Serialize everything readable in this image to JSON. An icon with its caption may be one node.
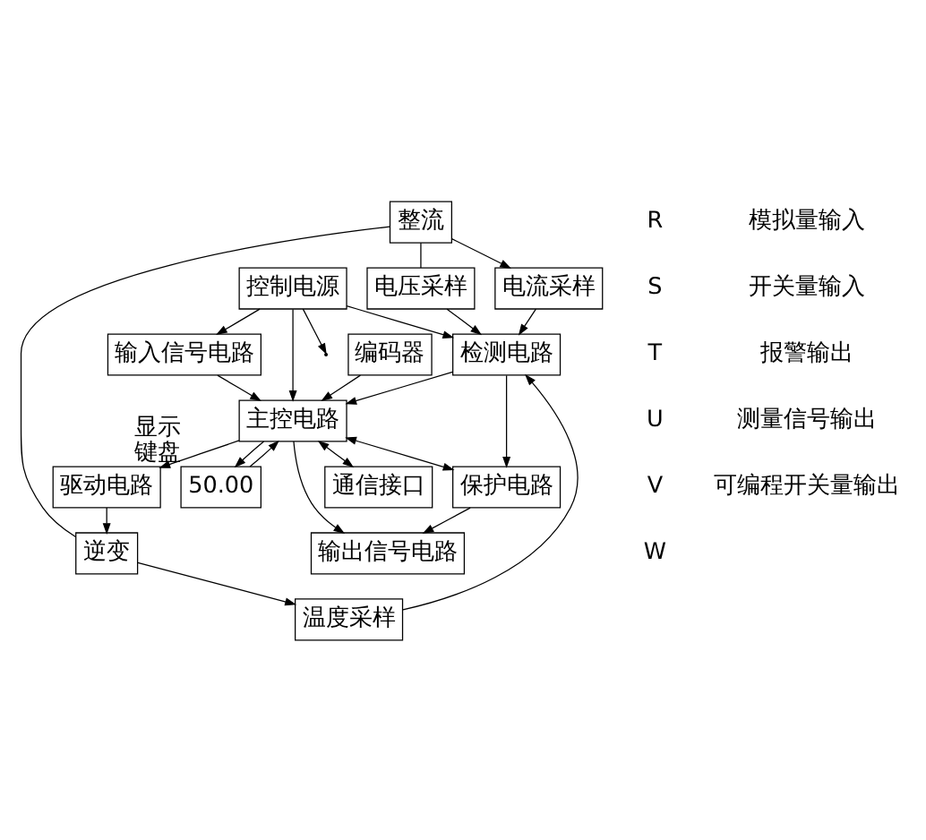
{
  "diagram": {
    "nodes": [
      {
        "text": [
          "整流"
        ]
      },
      {
        "text": [
          "电压采样"
        ]
      },
      {
        "text": [
          "逆变"
        ]
      },
      {
        "text": [
          "电流采样"
        ]
      },
      {
        "text": [
          "温度采样"
        ]
      },
      {
        "text": [
          "驱动电路"
        ]
      },
      {
        "text": [
          "控制电源"
        ]
      },
      {
        "text": [
          "检测电路"
        ]
      },
      {
        "text": [
          "输入信号电路"
        ]
      },
      {
        "text": [
          "主控电路"
        ]
      },
      {
        "text": [
          "保护电路"
        ]
      },
      {
        "text": [
          "输出信号电路"
        ]
      },
      {
        "text": [
          "50.00"
        ],
        "beside": [
          "显示",
          "键盘"
        ]
      },
      {
        "text": [
          "编码器"
        ]
      },
      {
        "text": [
          "通信接口"
        ]
      }
    ],
    "edges": [
      {
        "from": 0,
        "to": 2,
        "arrow": "none"
      },
      {
        "from": 0,
        "to": 1,
        "arrow": "none"
      },
      {
        "from": 0,
        "to": 3,
        "arrow": "to"
      },
      {
        "from": 2,
        "to": 4,
        "arrow": "to"
      },
      {
        "from": 1,
        "to": 7,
        "arrow": "to"
      },
      {
        "from": 3,
        "to": 7,
        "arrow": "to"
      },
      {
        "from": 4,
        "to": 7,
        "arrow": "to"
      },
      {
        "from": 5,
        "to": 2,
        "arrow": "to"
      },
      {
        "from": 6,
        "to": 7,
        "arrow": "to"
      },
      {
        "from": 6,
        "to": null,
        "arrow": "to"
      },
      {
        "from": 6,
        "to": 8,
        "arrow": "to"
      },
      {
        "from": 6,
        "to": 9,
        "arrow": "to"
      },
      {
        "from": 7,
        "to": 9,
        "arrow": "to"
      },
      {
        "from": 7,
        "to": 10,
        "arrow": "to"
      },
      {
        "from": 8,
        "to": 9,
        "arrow": "to"
      },
      {
        "from": 9,
        "to": 5,
        "arrow": "to"
      },
      {
        "from": 9,
        "to": 10,
        "arrow": "both"
      },
      {
        "from": 10,
        "to": 11,
        "arrow": "to"
      },
      {
        "from": 9,
        "to": 11,
        "arrow": "to"
      },
      {
        "from": 13,
        "to": 9,
        "arrow": "to"
      },
      {
        "from": 9,
        "to": 14,
        "arrow": "both"
      },
      {
        "from": 9,
        "to": 12,
        "arrow": "to"
      },
      {
        "from": 12,
        "to": 9,
        "arrow": "to"
      }
    ],
    "labels": [
      "R",
      "S",
      "T",
      "U",
      "V",
      "W",
      "模拟量输入",
      "开关量输入",
      "报警输出",
      "测量信号输出",
      "可编程开关量输出"
    ]
  }
}
